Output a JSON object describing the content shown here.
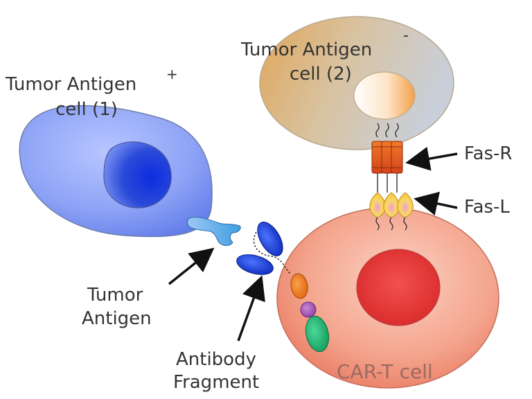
{
  "labels": {
    "tumor_pos_title": "Tumor Antigen",
    "tumor_pos_sup": "+",
    "tumor_pos_sub": "cell (1)",
    "tumor_neg_title": "Tumor Antigen",
    "tumor_neg_sup": "-",
    "tumor_neg_sub": "cell (2)",
    "fas_r": "Fas-R",
    "fas_l": "Fas-L",
    "tumor_antigen_line1": "Tumor",
    "tumor_antigen_line2": "Antigen",
    "antibody_line1": "Antibody",
    "antibody_line2": "Fragment",
    "cart_cell": "CAR-T cell"
  },
  "colors": {
    "tumor_pos_cell": "#8fa3f5",
    "tumor_pos_nucleus": "#1f3fd8",
    "tumor_neg_cell": "#d9b98a",
    "tumor_neg_nucleus": "#f3a65a",
    "cart_cell": "#f4a08a",
    "cart_nucleus": "#e03a3a",
    "fas_r": "#e85a22",
    "fas_l": "#f6d860",
    "antibody": "#1a3fd0",
    "antigen": "#5aaee8",
    "car_orange": "#f07a1e",
    "car_purple": "#a04ab0",
    "car_green": "#1aa86a"
  }
}
